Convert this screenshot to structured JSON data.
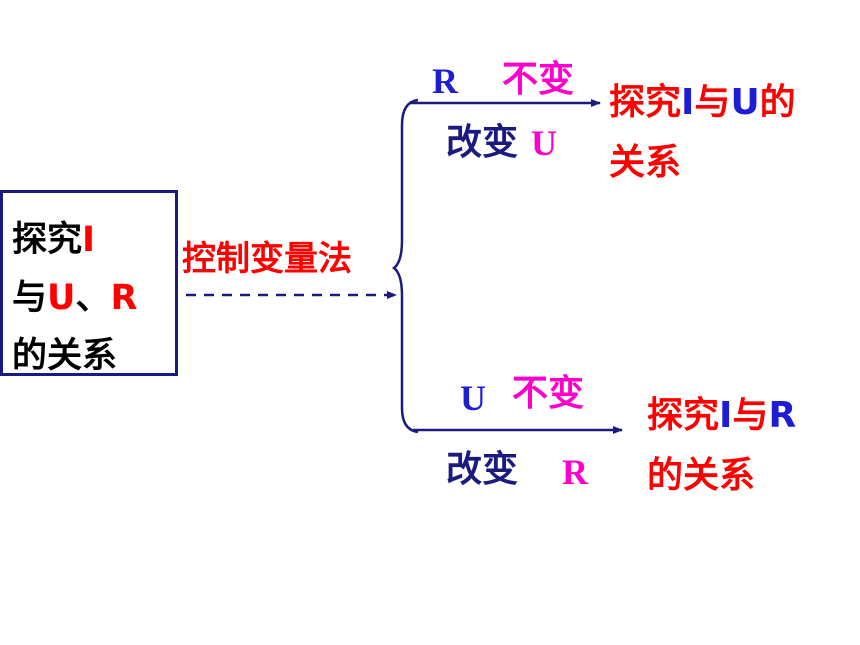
{
  "source_box": {
    "line1_text": "探究",
    "line1_var": "I",
    "line2_pre": "与",
    "line2_var1": "U",
    "line2_sep": "、",
    "line2_var2": "R",
    "line3_text": "的关系"
  },
  "method_label": "控制变量法",
  "top_branch": {
    "fixed_var": "R",
    "fixed_label": "不变",
    "changed_label": "改变",
    "changed_var": "U",
    "result_line1_pre": "探究",
    "result_line1_var1": "I",
    "result_line1_mid": "与",
    "result_line1_var2": "U",
    "result_line1_post": "的",
    "result_line2": "关系"
  },
  "bottom_branch": {
    "fixed_var": "U",
    "fixed_label": "不变",
    "changed_label": "改变",
    "changed_var": "R",
    "result_line1_pre": "探究",
    "result_line1_var1": "I",
    "result_line1_mid": "与",
    "result_line1_var2": "R",
    "result_line2": "的关系"
  },
  "colors": {
    "red": "#ff0000",
    "magenta": "#ff00cc",
    "navy": "#1a1a80",
    "blue": "#1d1dd6",
    "black": "#000000"
  }
}
